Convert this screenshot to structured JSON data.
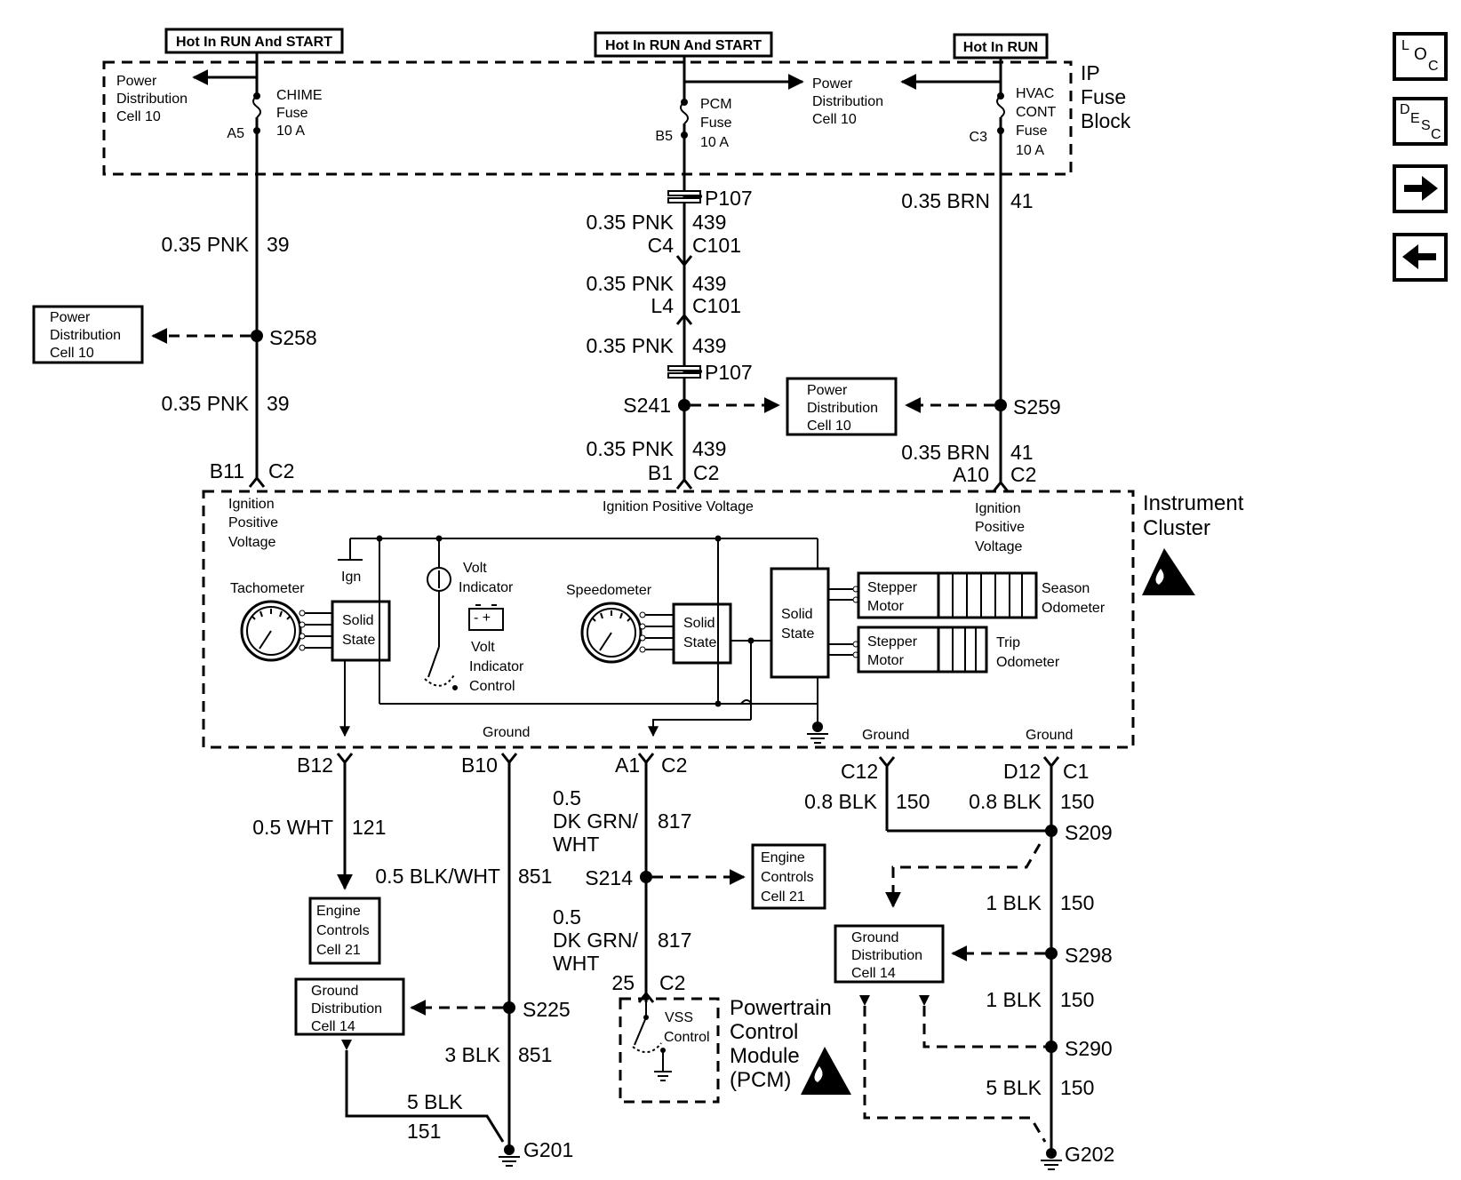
{
  "sources": {
    "hot_run_start_a": "Hot In RUN And START",
    "hot_run_start_b": "Hot In RUN And START",
    "hot_run": "Hot In RUN"
  },
  "ip_fuse_block": [
    "IP",
    "Fuse",
    "Block"
  ],
  "fuses": {
    "chime": {
      "name": [
        "CHIME",
        "Fuse",
        "10 A"
      ],
      "pin": "A5"
    },
    "pcm": {
      "name": [
        "PCM",
        "Fuse",
        "10 A"
      ],
      "pin": "B5"
    },
    "hvac": {
      "name": [
        "HVAC",
        "CONT",
        "Fuse",
        "10 A"
      ],
      "pin": "C3"
    }
  },
  "boxes": {
    "pd_top_left": [
      "Power",
      "Distribution",
      "Cell 10"
    ],
    "pd_top_mid": [
      "Power",
      "Distribution",
      "Cell 10"
    ],
    "pd_left": [
      "Power",
      "Distribution",
      "Cell 10"
    ],
    "pd_mid": [
      "Power",
      "Distribution",
      "Cell 10"
    ],
    "engine_left": [
      "Engine",
      "Controls",
      "Cell 21"
    ],
    "engine_mid": [
      "Engine",
      "Controls",
      "Cell 21"
    ],
    "ground_left": [
      "Ground",
      "Distribution",
      "Cell 14"
    ],
    "ground_right": [
      "Ground",
      "Distribution",
      "Cell 14"
    ]
  },
  "wires": {
    "w39a": {
      "gauge": "0.35 PNK",
      "circuit": "39"
    },
    "w39b": {
      "gauge": "0.35 PNK",
      "circuit": "39"
    },
    "w439a": {
      "gauge": "0.35 PNK",
      "circuit": "439"
    },
    "w439b": {
      "gauge": "0.35 PNK",
      "circuit": "439"
    },
    "w439c": {
      "gauge": "0.35 PNK",
      "circuit": "439"
    },
    "w439d": {
      "gauge": "0.35 PNK",
      "circuit": "439"
    },
    "w41a": {
      "gauge": "0.35 BRN",
      "circuit": "41"
    },
    "w41b": {
      "gauge": "0.35 BRN",
      "circuit": "41"
    },
    "w121": {
      "gauge": "0.5 WHT",
      "circuit": "121"
    },
    "w851a": {
      "gauge": "0.5 BLK/WHT",
      "circuit": "851"
    },
    "w851b": {
      "gauge": "3 BLK",
      "circuit": "851"
    },
    "w817a": {
      "gauge": [
        "0.5",
        "DK GRN/",
        "WHT"
      ],
      "circuit": "817"
    },
    "w817b": {
      "gauge": [
        "0.5",
        "DK GRN/",
        "WHT"
      ],
      "circuit": "817"
    },
    "w150a": {
      "gauge": "0.8 BLK",
      "circuit": "150"
    },
    "w150b": {
      "gauge": "0.8 BLK",
      "circuit": "150"
    },
    "w150c": {
      "gauge": "1 BLK",
      "circuit": "150"
    },
    "w150d": {
      "gauge": "1 BLK",
      "circuit": "150"
    },
    "w150e": {
      "gauge": "5 BLK",
      "circuit": "150"
    },
    "w151": {
      "gauge": "5 BLK",
      "circuit": "151"
    }
  },
  "connectors": {
    "p107a": "P107",
    "c4": "C4",
    "c101a": "C101",
    "l4": "L4",
    "c101b": "C101",
    "p107b": "P107",
    "b11": "B11",
    "c2a": "C2",
    "b1": "B1",
    "c2b": "C2",
    "a10": "A10",
    "c2c": "C2",
    "b12": "B12",
    "b10": "B10",
    "a1": "A1",
    "c2d": "C2",
    "c12": "C12",
    "d12": "D12",
    "c1": "C1",
    "pin25": "25",
    "c2e": "C2"
  },
  "splices": {
    "s258": "S258",
    "s241": "S241",
    "s259": "S259",
    "s214": "S214",
    "s225": "S225",
    "s209": "S209",
    "s298": "S298",
    "s290": "S290"
  },
  "grounds": {
    "g201": "G201",
    "g202": "G202"
  },
  "cluster": {
    "title": [
      "Instrument",
      "Cluster"
    ],
    "ign_left": [
      "Ignition",
      "Positive",
      "Voltage"
    ],
    "ign_mid": "Ignition Positive Voltage",
    "ign_right": [
      "Ignition",
      "Positive",
      "Voltage"
    ],
    "tachometer": "Tachometer",
    "speedometer": "Speedometer",
    "solid_state": [
      "Solid",
      "State"
    ],
    "ign": "Ign",
    "volt_indicator": [
      "Volt",
      "Indicator"
    ],
    "volt_indicator_control": [
      "Volt",
      "Indicator",
      "Control"
    ],
    "stepper_motor": [
      "Stepper",
      "Motor"
    ],
    "season_odometer": [
      "Season",
      "Odometer"
    ],
    "trip_odometer": [
      "Trip",
      "Odometer"
    ],
    "ground1": "Ground",
    "ground2": "Ground",
    "ground3": "Ground"
  },
  "pcm": {
    "title": [
      "Powertrain",
      "Control",
      "Module",
      "(PCM)"
    ],
    "vss": [
      "VSS",
      "Control"
    ]
  },
  "nav": {
    "loc": [
      "L",
      "O",
      "C"
    ],
    "desc": [
      "D",
      "E",
      "S",
      "C"
    ],
    "next_icon": "arrow-right-icon",
    "prev_icon": "arrow-left-icon"
  }
}
